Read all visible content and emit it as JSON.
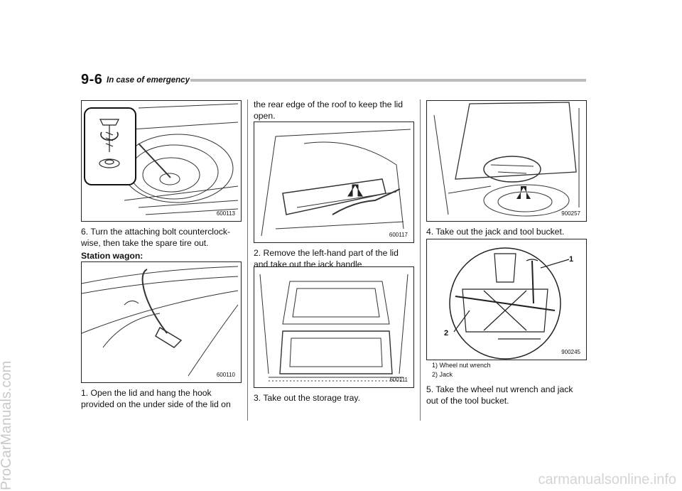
{
  "header": {
    "page_number": "9-6",
    "section_title": "In case of emergency"
  },
  "column1": {
    "fig1_code": "600113",
    "step6": "6.  Turn the attaching bolt counterclock-wise, then take the spare tire out.",
    "heading": "Station wagon:",
    "fig2_code": "600110",
    "step1": "1.  Open the lid and hang the hook provided on the under side of the lid on"
  },
  "column2": {
    "step1_cont": "the rear edge of the roof to keep the lid open.",
    "fig3_code": "600117",
    "step2": "2.  Remove the left-hand part of the lid and take out the jack handle.",
    "fig4_code": "600111",
    "step3": "3.  Take out the storage tray."
  },
  "column3": {
    "fig5_code": "900257",
    "step4": "4.  Take out the jack and tool bucket.",
    "fig6_code": "900245",
    "callout1": "1",
    "callout2": "2",
    "legend": [
      "1)   Wheel nut wrench",
      "2)   Jack"
    ],
    "step5": "5.  Take the wheel nut wrench and jack out of the tool bucket."
  },
  "watermarks": {
    "side": "ProCarManuals.com",
    "bottom": "carmanualsonline.info"
  }
}
